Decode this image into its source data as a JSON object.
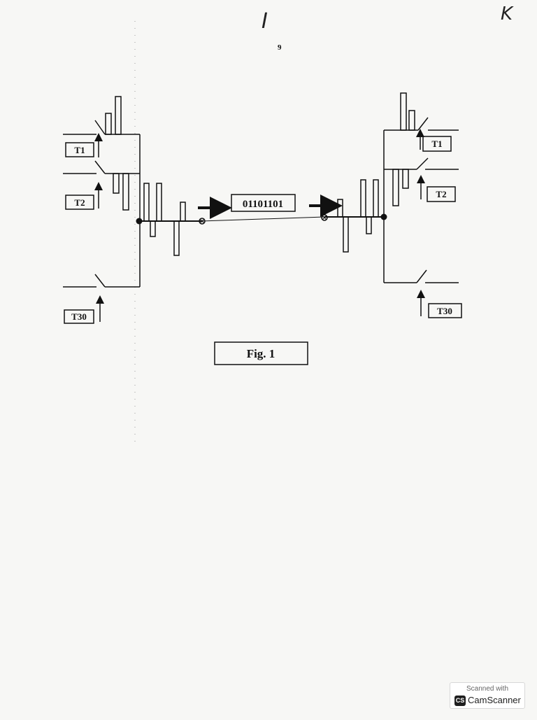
{
  "page": {
    "roman_numeral": "I",
    "corner_mark": "K",
    "page_number": "9"
  },
  "diagram": {
    "left_labels": {
      "t1": "T1",
      "t2": "T2",
      "t30": "T30"
    },
    "right_labels": {
      "t1": "T1",
      "t2": "T2",
      "t30": "T30"
    },
    "bitstream": "01101101",
    "caption": "Fig. 1"
  },
  "scanner": {
    "top_text": "Scanned with",
    "badge": "CS",
    "name": "CamScanner"
  }
}
